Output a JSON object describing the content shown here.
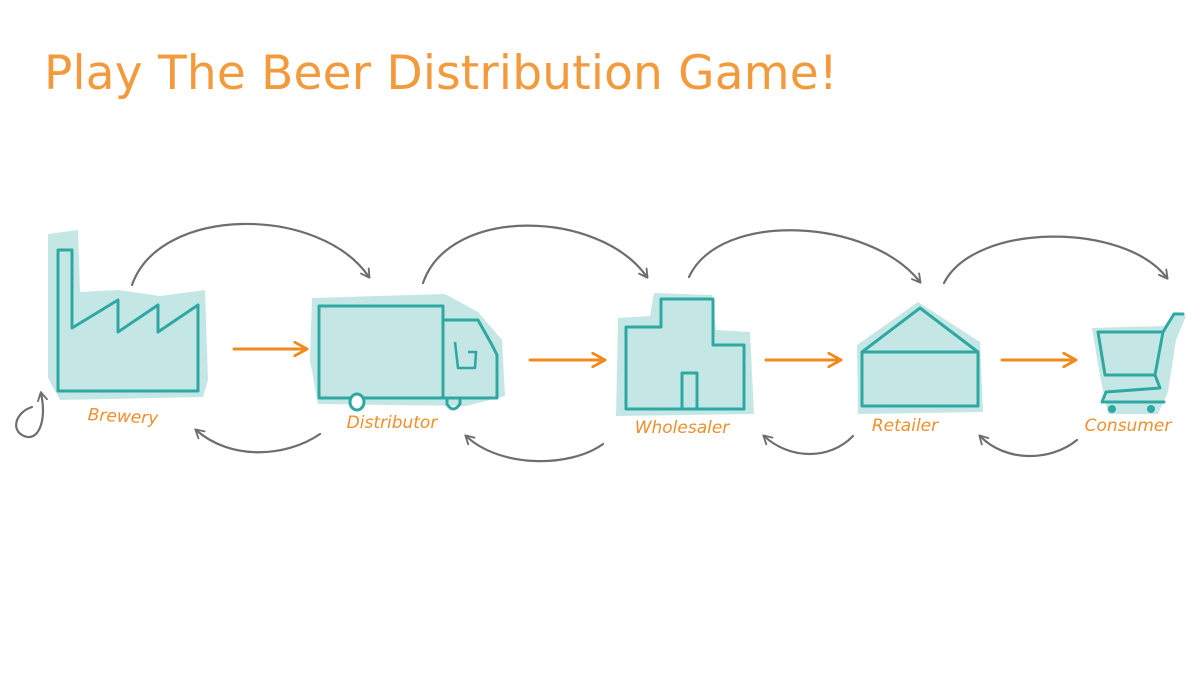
{
  "title": "Play The Beer Distribution Game!",
  "colors": {
    "title": "#f39a3c",
    "label": "#f08f2b",
    "flow_arrow": "#f08a1c",
    "feedback_arrow": "#6e6e6e",
    "icon_stroke": "#2fa8a4",
    "icon_fill": "#c4e7e5"
  },
  "nodes": [
    {
      "id": "brewery",
      "label": "Brewery",
      "icon": "factory-icon"
    },
    {
      "id": "distributor",
      "label": "Distributor",
      "icon": "truck-icon"
    },
    {
      "id": "wholesaler",
      "label": "Wholesaler",
      "icon": "warehouse-icon"
    },
    {
      "id": "retailer",
      "label": "Retailer",
      "icon": "store-icon"
    },
    {
      "id": "consumer",
      "label": "Consumer",
      "icon": "shopping-cart-icon"
    }
  ],
  "edges": [
    {
      "from": "brewery",
      "to": "distributor",
      "kind": "shipment"
    },
    {
      "from": "distributor",
      "to": "wholesaler",
      "kind": "shipment"
    },
    {
      "from": "wholesaler",
      "to": "retailer",
      "kind": "shipment"
    },
    {
      "from": "retailer",
      "to": "consumer",
      "kind": "shipment"
    },
    {
      "from": "brewery",
      "to": "distributor",
      "kind": "upper-arc"
    },
    {
      "from": "distributor",
      "to": "wholesaler",
      "kind": "upper-arc"
    },
    {
      "from": "wholesaler",
      "to": "retailer",
      "kind": "upper-arc"
    },
    {
      "from": "retailer",
      "to": "consumer",
      "kind": "upper-arc"
    },
    {
      "from": "distributor",
      "to": "brewery",
      "kind": "lower-arc"
    },
    {
      "from": "wholesaler",
      "to": "distributor",
      "kind": "lower-arc"
    },
    {
      "from": "retailer",
      "to": "wholesaler",
      "kind": "lower-arc"
    },
    {
      "from": "consumer",
      "to": "retailer",
      "kind": "lower-arc"
    },
    {
      "from": "brewery",
      "to": "brewery",
      "kind": "self-loop"
    }
  ]
}
